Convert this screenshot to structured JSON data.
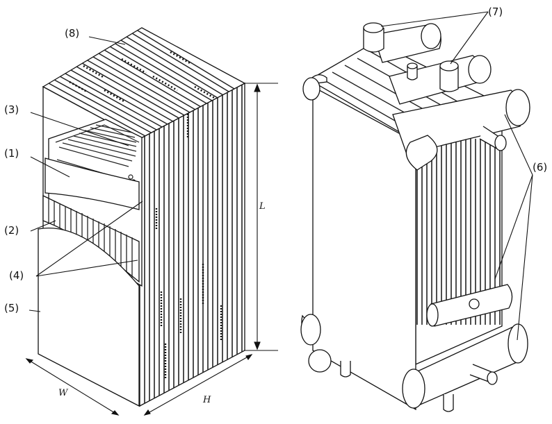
{
  "labels": {
    "l1": "(1)",
    "l2": "(2)",
    "l3": "(3)",
    "l4": "(4)",
    "l5": "(5)",
    "l6": "(6)",
    "l7": "(7)",
    "l8": "(8)"
  },
  "dimensions": {
    "width": "W",
    "height": "H",
    "length": "L"
  }
}
